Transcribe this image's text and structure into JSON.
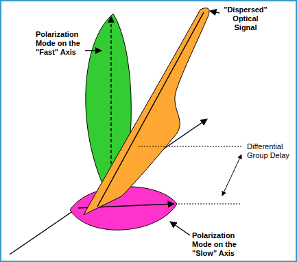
{
  "diagram": {
    "labels": [
      "Polarization Mode on the \"Fast\" Axis",
      "\"Dispersed\" Optical Signal",
      "Differential Group Delay",
      "Polarization Mode on the \"Slow\" Axis"
    ]
  }
}
